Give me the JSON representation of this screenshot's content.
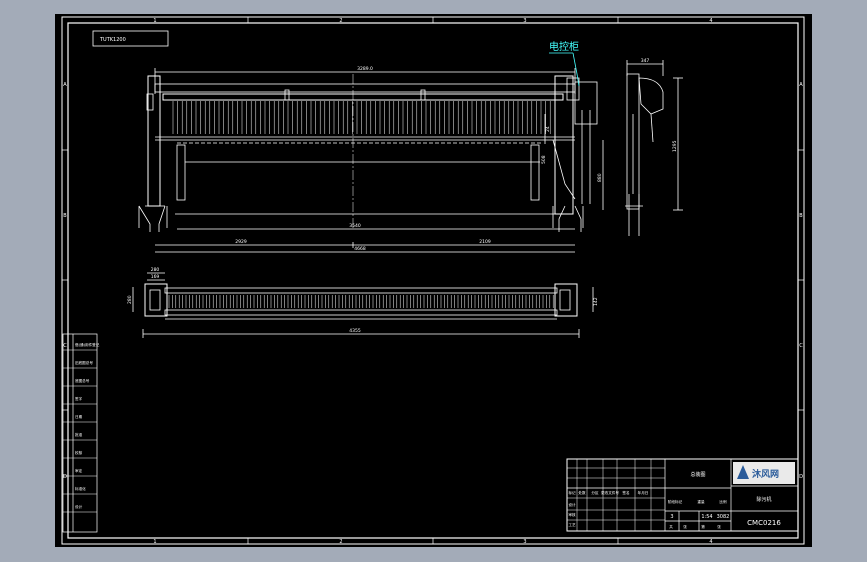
{
  "sheet": {
    "zone_columns": [
      "1",
      "2",
      "3",
      "4"
    ],
    "zone_rows": [
      "A",
      "B",
      "C",
      "D"
    ],
    "corner_label": "TUTK1200"
  },
  "front_view": {
    "callout_label": "电控柜",
    "dim_overall_top": "3289.0",
    "dim_height_small": "24",
    "dim_height_total": "880",
    "dim_height_inner": "508",
    "dim_inner_span": "3540",
    "dim_left_segment": "2929",
    "dim_right_segment": "2109",
    "dim_overall_bottom": "4668"
  },
  "side_view": {
    "dim_width": "347",
    "dim_height": "1295"
  },
  "plan_view": {
    "dim_left_width": "280",
    "dim_left_inner": "169",
    "dim_left_height": "280",
    "dim_right_height": "142",
    "dim_overall": "4355"
  },
  "revision_block": {
    "rows": [
      "借(通)用件登记",
      "旧底图总号",
      "底图总号",
      "签字",
      "日期",
      "批准",
      "校核",
      "审定",
      "标准化",
      "设计"
    ]
  },
  "title_block": {
    "logo_text": "沐风网",
    "drawing_title": "总装图",
    "product_name": "除污机",
    "drawing_number": "CMC0216",
    "sheet_count": "3",
    "scale": "1:54",
    "weight": "3082",
    "header_cells": [
      "标记",
      "处数",
      "分区",
      "更改文件号",
      "签名",
      "年月日"
    ],
    "side_labels": [
      "设计",
      "审核",
      "工艺"
    ],
    "stage_labels": [
      "阶段标记",
      "重量",
      "比例"
    ],
    "sheet_labels": [
      "共",
      "张",
      "第",
      "张"
    ]
  }
}
